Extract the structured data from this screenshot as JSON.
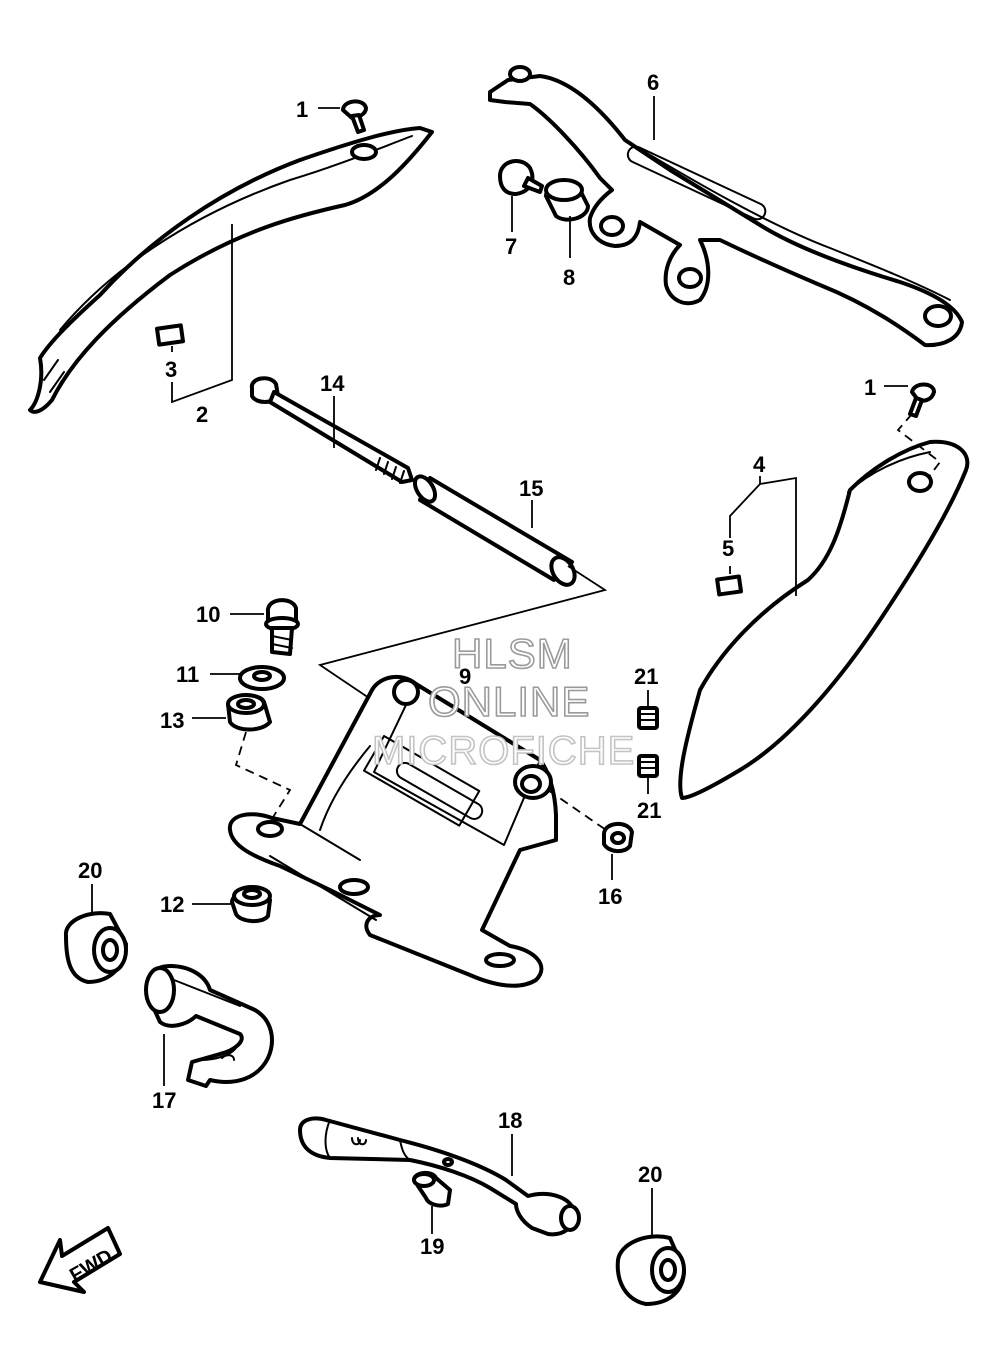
{
  "callouts": [
    {
      "id": "c1a",
      "label": "1"
    },
    {
      "id": "c2",
      "label": "2"
    },
    {
      "id": "c3",
      "label": "3"
    },
    {
      "id": "c6",
      "label": "6"
    },
    {
      "id": "c7",
      "label": "7"
    },
    {
      "id": "c8",
      "label": "8"
    },
    {
      "id": "c1b",
      "label": "1"
    },
    {
      "id": "c14",
      "label": "14"
    },
    {
      "id": "c15",
      "label": "15"
    },
    {
      "id": "c4",
      "label": "4"
    },
    {
      "id": "c5",
      "label": "5"
    },
    {
      "id": "c10",
      "label": "10"
    },
    {
      "id": "c11",
      "label": "11"
    },
    {
      "id": "c13",
      "label": "13"
    },
    {
      "id": "c9",
      "label": "9"
    },
    {
      "id": "c21a",
      "label": "21"
    },
    {
      "id": "c21b",
      "label": "21"
    },
    {
      "id": "c16",
      "label": "16"
    },
    {
      "id": "c20a",
      "label": "20"
    },
    {
      "id": "c12",
      "label": "12"
    },
    {
      "id": "c17",
      "label": "17"
    },
    {
      "id": "c18",
      "label": "18"
    },
    {
      "id": "c19",
      "label": "19"
    },
    {
      "id": "c20b",
      "label": "20"
    }
  ],
  "watermark": {
    "line1": "HLSM",
    "line2": "ONLINE",
    "line3": "MICROFICHE"
  },
  "direction_marker": {
    "label": "FWD"
  }
}
